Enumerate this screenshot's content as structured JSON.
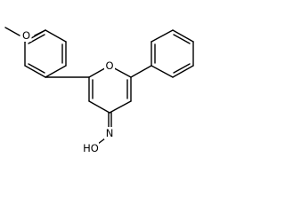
{
  "molecule": {
    "atoms": {
      "methoxy_oxygen": "O",
      "ring_oxygen": "O",
      "oxime_nitrogen": "N",
      "hydroxyl": "HO"
    }
  },
  "colors": {
    "background": "#ffffff",
    "bond": "#000000",
    "label": "#000000"
  }
}
